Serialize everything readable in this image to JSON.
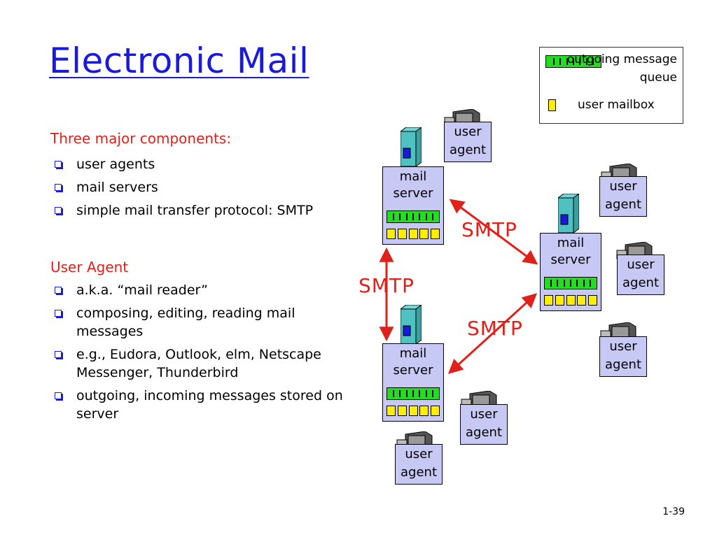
{
  "slide": {
    "title": "Electronic Mail",
    "page_number": "1-39"
  },
  "components": {
    "heading": "Three major components:",
    "items": [
      "user agents",
      "mail servers",
      "simple mail transfer protocol: SMTP"
    ]
  },
  "user_agent_section": {
    "heading": "User Agent",
    "items": [
      "a.k.a. “mail reader”",
      "composing, editing, reading mail messages",
      "e.g., Eudora, Outlook, elm, Netscape Messenger, Thunderbird",
      "outgoing, incoming messages stored on server"
    ]
  },
  "legend": {
    "queue_label": "outgoing message queue",
    "mailbox_label": "user mailbox"
  },
  "diagram": {
    "mail_server_label": "mail\nserver",
    "user_agent_label": "user\nagent",
    "smtp_label": "SMTP",
    "colors": {
      "box_fill": "#c8c8f5",
      "queue_fill": "#22dd22",
      "mailbox_fill": "#ffee00",
      "arrow": "#e0201a",
      "title": "#1a1adc",
      "heading": "#e0201a"
    }
  }
}
